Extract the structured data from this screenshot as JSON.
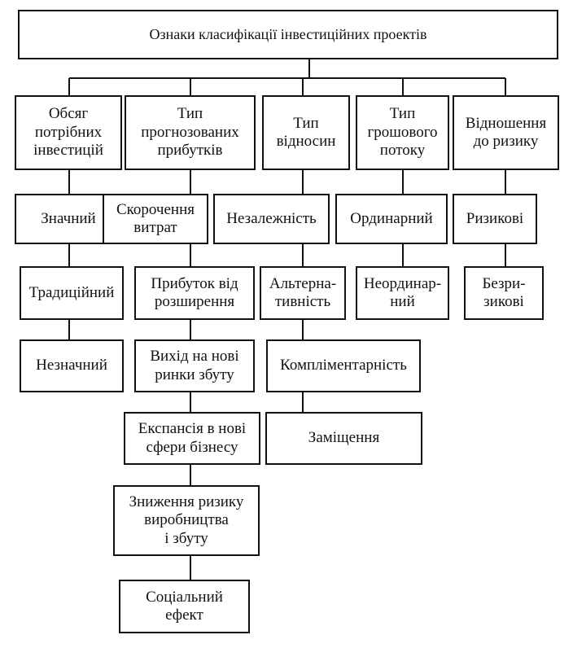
{
  "root": "Ознаки класифікації інвестиційних проектів",
  "headers": {
    "volume": "Обсяг\nпотрібних\nінвестицій",
    "profit": "Тип\nпрогнозованих\nприбутків",
    "relations": "Тип\nвідносин",
    "cashflow": "Тип\nгрошового\nпотоку",
    "risk": "Відношення\nдо ризику"
  },
  "volume_items": [
    "Значний",
    "Традиційний",
    "Незначний"
  ],
  "profit_items": [
    "Скорочення\nвитрат",
    "Прибуток від\nрозширення",
    "Вихід на нові\nринки збуту",
    "Експансія в нові\nсфери бізнесу",
    "Зниження ризику\nвиробництва\nі збуту",
    "Соціальний\nефект"
  ],
  "relations_items": [
    "Незалежність",
    "Альтерна-\nтивність",
    "Компліментарність",
    "Заміщення"
  ],
  "cashflow_items": [
    "Ординарний",
    "Неординар-\nний"
  ],
  "risk_items": [
    "Ризикові",
    "Безри-\nзикові"
  ]
}
